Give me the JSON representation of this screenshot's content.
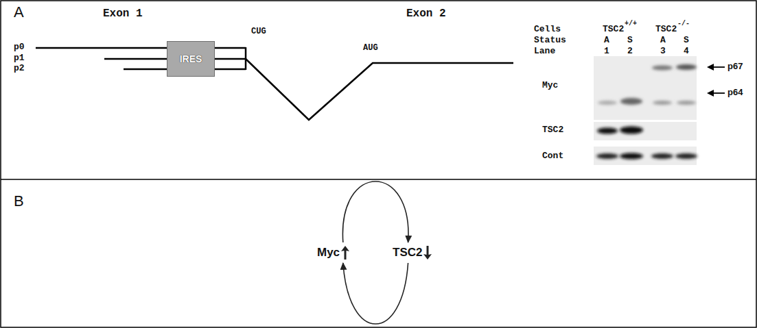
{
  "diagram": {
    "nodes": [
      {
        "text": [
          "IRES"
        ]
      },
      {
        "text": [
          "Myc"
        ]
      },
      {
        "text": [
          "TSC2"
        ]
      }
    ],
    "edges": [
      {
        "from": 1,
        "to": 2,
        "arrow": "to"
      },
      {
        "from": 2,
        "to": 1,
        "arrow": "to"
      }
    ],
    "labels": [
      "A",
      "Exon 1",
      "Exon 2",
      "p0",
      "p1",
      "p2",
      "CUG",
      "AUG",
      "Cells",
      "TSC2",
      "+/+",
      "TSC2",
      "-/-",
      "Status",
      "A",
      "S",
      "A",
      "S",
      "Lane",
      "1",
      "2",
      "3",
      "4",
      "Myc",
      "p67",
      "p64",
      "TSC2",
      "Cont",
      "B"
    ]
  }
}
